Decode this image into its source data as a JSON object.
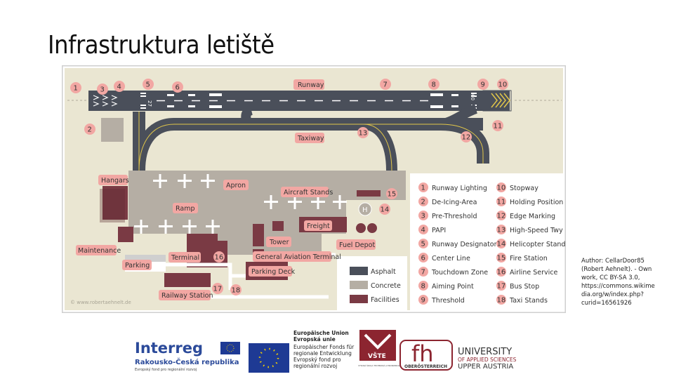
{
  "slide": {
    "title": "Infrastruktura letiště",
    "credit": "Author: CellarDoor85 (Robert Aehnelt). - Own work, CC BY-SA 3.0, https://commons.wikimedia.org/w/index.php?curid=16561926"
  },
  "diagram": {
    "labels": {
      "runway": "Runway",
      "taxiway": "Taxiway",
      "hangars": "Hangars",
      "apron": "Apron",
      "aircraft_stands": "Aircraft Stands",
      "ramp": "Ramp",
      "freight": "Freight",
      "maintenance": "Maintenance",
      "tower": "Tower",
      "fuel_depot": "Fuel Depot",
      "terminal": "Terminal",
      "general_aviation_terminal": "General Aviation Terminal",
      "parking": "Parking",
      "parking_deck": "Parking Deck",
      "railway_station": "Railway Station",
      "watermark": "© www.robertaehnelt.de",
      "heli": "H",
      "rwy_left": "27",
      "rwy_right": "09"
    },
    "markers": [
      "1",
      "2",
      "3",
      "4",
      "5",
      "6",
      "7",
      "8",
      "9",
      "10",
      "11",
      "12",
      "13",
      "14",
      "15",
      "16",
      "17",
      "18"
    ],
    "legend_items": [
      {
        "n": "1",
        "label": "Runway Lighting"
      },
      {
        "n": "2",
        "label": "De-Icing-Area"
      },
      {
        "n": "3",
        "label": "Pre-Threshold"
      },
      {
        "n": "4",
        "label": "PAPI"
      },
      {
        "n": "5",
        "label": "Runway Designator"
      },
      {
        "n": "6",
        "label": "Center Line"
      },
      {
        "n": "7",
        "label": "Touchdown Zone"
      },
      {
        "n": "8",
        "label": "Aiming Point"
      },
      {
        "n": "9",
        "label": "Threshold"
      },
      {
        "n": "10",
        "label": "Stopway"
      },
      {
        "n": "11",
        "label": "Holding Position"
      },
      {
        "n": "12",
        "label": "Edge Marking"
      },
      {
        "n": "13",
        "label": "High-Speed Twy"
      },
      {
        "n": "14",
        "label": "Helicopter Stand"
      },
      {
        "n": "15",
        "label": "Fire Station"
      },
      {
        "n": "16",
        "label": "Airline Service"
      },
      {
        "n": "17",
        "label": "Bus Stop"
      },
      {
        "n": "18",
        "label": "Taxi Stands"
      }
    ],
    "surface_legend": [
      {
        "label": "Asphalt",
        "color": "#4a4f5a"
      },
      {
        "label": "Concrete",
        "color": "#b5aea4"
      },
      {
        "label": "Facilities",
        "color": "#7a3a44"
      }
    ],
    "colors": {
      "marker_fill": "#f2a7a3",
      "asphalt": "#4a4f5a",
      "concrete": "#b5aea4",
      "facility": "#7a3a44",
      "grass": "#eae6d2",
      "taxi_line": "#e2c74a"
    }
  },
  "logos": {
    "interreg": "Interreg",
    "interreg_sub": "Rakousko-Česká republika",
    "interreg_tag": "Evropský fond pro regionální rozvoj",
    "eu_lines": [
      "Europäische Union",
      "Evropská unie",
      "Europäischer Fonds für",
      "regionale Entwicklung",
      "Evropský fond pro",
      "regionální rozvoj"
    ],
    "vste": "VŠTE",
    "vste_sub": "VYSOKÁ ŠKOLA TECHNICKÁ A EKONOMICKÁ V ČESKÝCH BUDĚJOVICÍCH",
    "fh": "fh",
    "fh_sub": "OBERÖSTERREICH",
    "uni_lines": [
      "UNIVERSITY",
      "OF APPLIED SCIENCES",
      "UPPER AUSTRIA"
    ]
  }
}
